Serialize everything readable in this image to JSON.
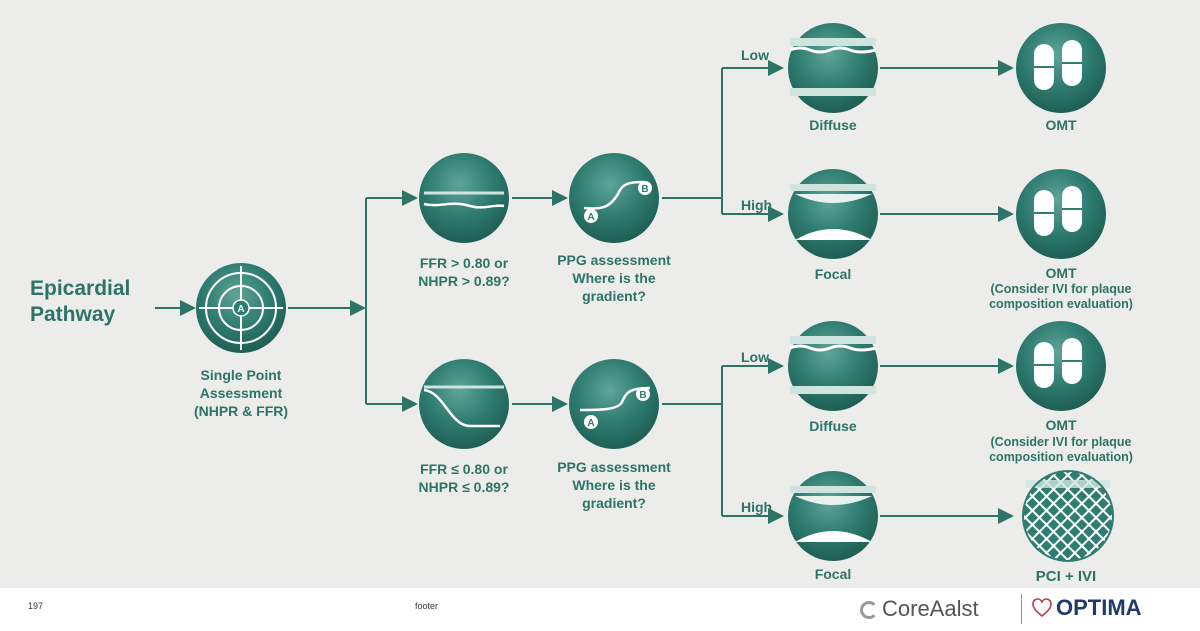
{
  "start": {
    "title_line1": "Epicardial",
    "title_line2": "Pathway"
  },
  "single_point": {
    "line1": "Single Point",
    "line2": "Assessment",
    "line3": "(NHPR & FFR)",
    "marker": "A"
  },
  "branch_upper": {
    "line1": "FFR > 0.80 or",
    "line2": "NHPR > 0.89?"
  },
  "branch_lower": {
    "line1": "FFR ≤ 0.80 or",
    "line2": "NHPR ≤ 0.89?"
  },
  "ppg": {
    "line1": "PPG assessment",
    "line2": "Where is the",
    "line3": "gradient?",
    "marker_a": "A",
    "marker_b": "B"
  },
  "gradient": {
    "low": "Low",
    "high": "High"
  },
  "lesion": {
    "diffuse": "Diffuse",
    "focal": "Focal"
  },
  "outcomes": {
    "omt": "OMT",
    "consider_line1": "(Consider IVI for plaque",
    "consider_line2": "composition evaluation)",
    "pci": "PCI + IVI"
  },
  "footer": {
    "page_number": "197",
    "footer_text": "footer",
    "logo1": "CoreAalst",
    "logo2": "OPTIMA"
  },
  "colors": {
    "teal": "#2d7467",
    "circle": "#2f7c70",
    "background": "#ececeb"
  }
}
